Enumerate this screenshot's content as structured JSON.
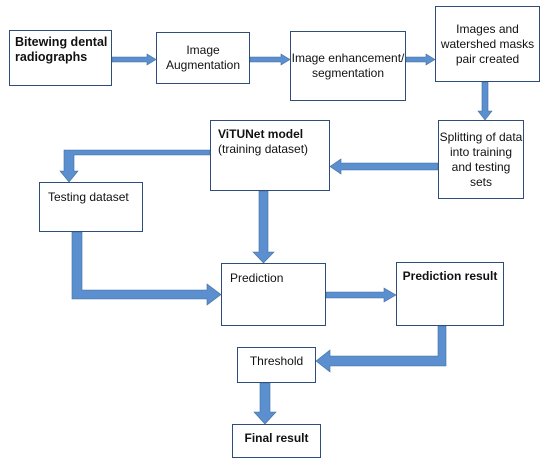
{
  "nodes": {
    "bitewing": "Bitewing dental radiographs",
    "augmentation": "Image Augmentation",
    "enhancement": "Image enhancement/ segmentation",
    "pairs": "Images and watershed masks pair created",
    "splitting": "Splitting of data into training and testing sets",
    "model_title": "ViTUNet model",
    "model_subtitle": "(training dataset)",
    "testing": "Testing dataset",
    "prediction": "Prediction",
    "prediction_result": "Prediction result",
    "threshold": "Threshold",
    "final": "Final result"
  },
  "colors": {
    "arrow": "#5b8fcf",
    "box_border": "#2e4d7b"
  }
}
